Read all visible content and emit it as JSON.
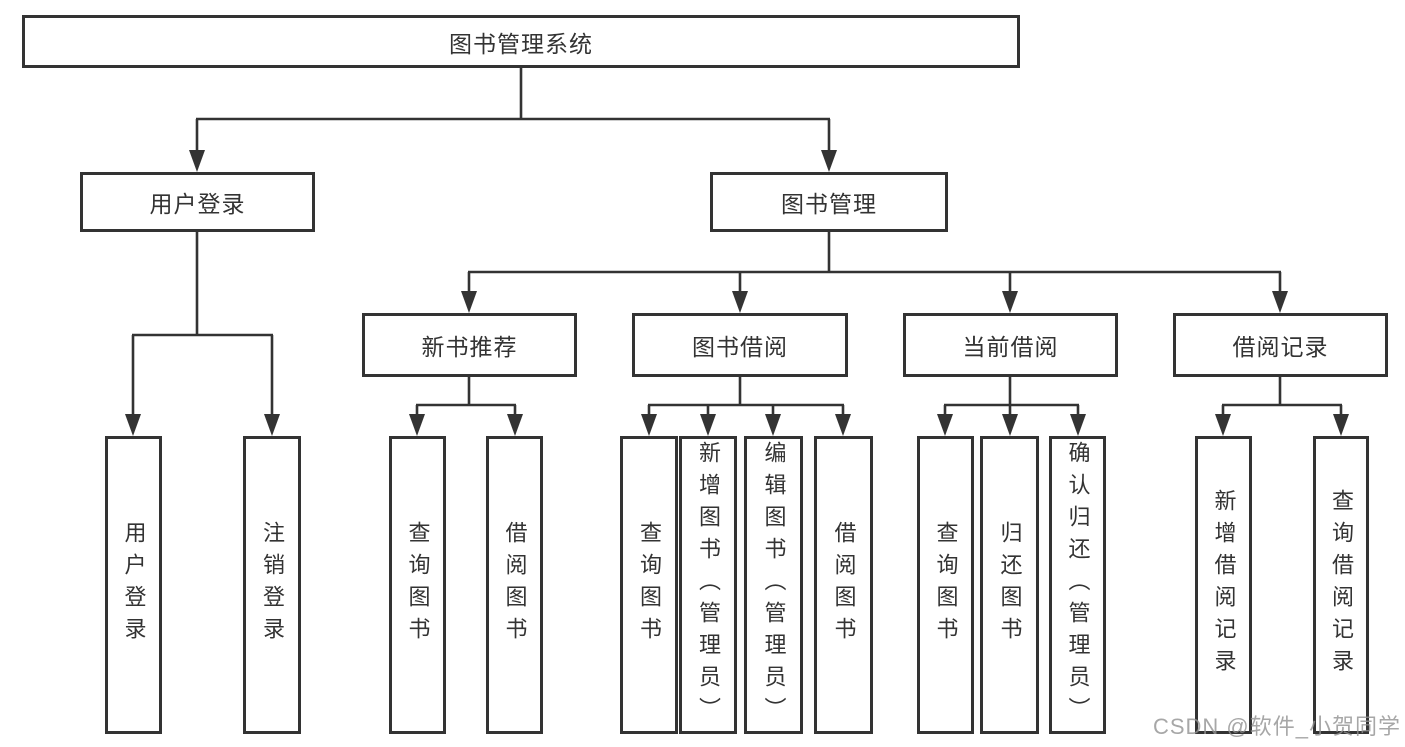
{
  "diagram": {
    "root": "图书管理系统",
    "branches": [
      {
        "label": "用户登录",
        "children": [
          "用户登录",
          "注销登录"
        ]
      },
      {
        "label": "图书管理",
        "groups": [
          {
            "label": "新书推荐",
            "children": [
              "查询图书",
              "借阅图书"
            ]
          },
          {
            "label": "图书借阅",
            "children": [
              "查询图书",
              "新增图书（管理员）",
              "编辑图书（管理员）",
              "借阅图书"
            ]
          },
          {
            "label": "当前借阅",
            "children": [
              "查询图书",
              "归还图书",
              "确认归还（管理员）"
            ]
          },
          {
            "label": "借阅记录",
            "children": [
              "新增借阅记录",
              "查询借阅记录"
            ]
          }
        ]
      }
    ]
  },
  "watermark": "CSDN @软件_小贺同学",
  "colors": {
    "line": "#333333",
    "text": "#333333",
    "box_fill": "#ffffff",
    "background": "#ffffff",
    "watermark": "#919191"
  }
}
